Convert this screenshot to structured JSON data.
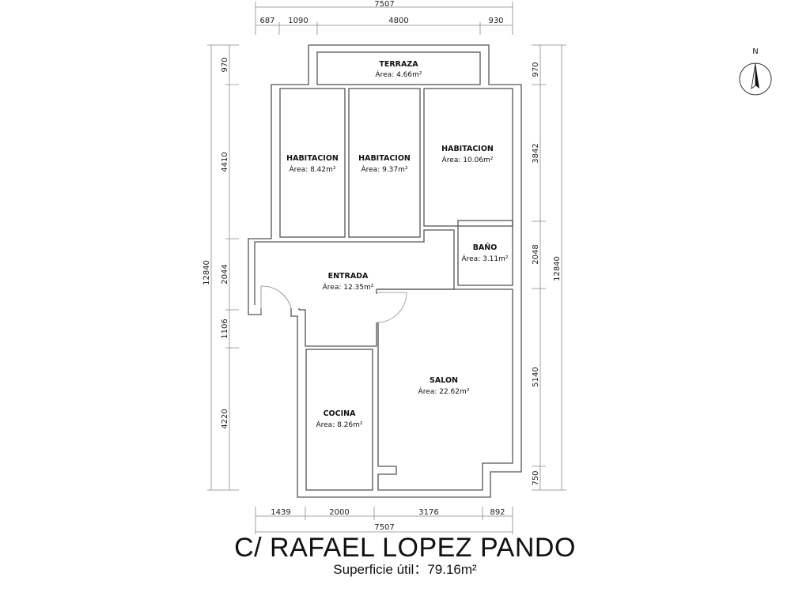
{
  "rooms": {
    "terraza": {
      "name": "TERRAZA",
      "area": "Área: 4.66m²"
    },
    "hab1": {
      "name": "HABITACION",
      "area": "Área: 8.42m²"
    },
    "hab2": {
      "name": "HABITACION",
      "area": "Área: 9.37m²"
    },
    "hab3": {
      "name": "HABITACION",
      "area": "Área: 10.06m²"
    },
    "bano": {
      "name": "BAÑO",
      "area": "Área: 3.11m²"
    },
    "entrada": {
      "name": "ENTRADA",
      "area": "Área: 12.35m²"
    },
    "salon": {
      "name": "SALON",
      "area": "Área: 22.62m²"
    },
    "cocina": {
      "name": "COCINA",
      "area": "Área: 8.26m²"
    }
  },
  "dims": {
    "top_total": "7507",
    "top": [
      "687",
      "1090",
      "4800",
      "930"
    ],
    "bottom": [
      "1439",
      "2000",
      "3176",
      "892"
    ],
    "bottom_total": "7507",
    "left": [
      "970",
      "4410",
      "2044",
      "1106",
      "4220"
    ],
    "left_total": "12840",
    "right": [
      "970",
      "3842",
      "2048",
      "5140",
      "750"
    ],
    "right_total": "12840"
  },
  "compass": {
    "label": "N"
  },
  "title": "C/ RAFAEL LOPEZ PANDO",
  "subtitle": "Superficie útil：79.16m²"
}
